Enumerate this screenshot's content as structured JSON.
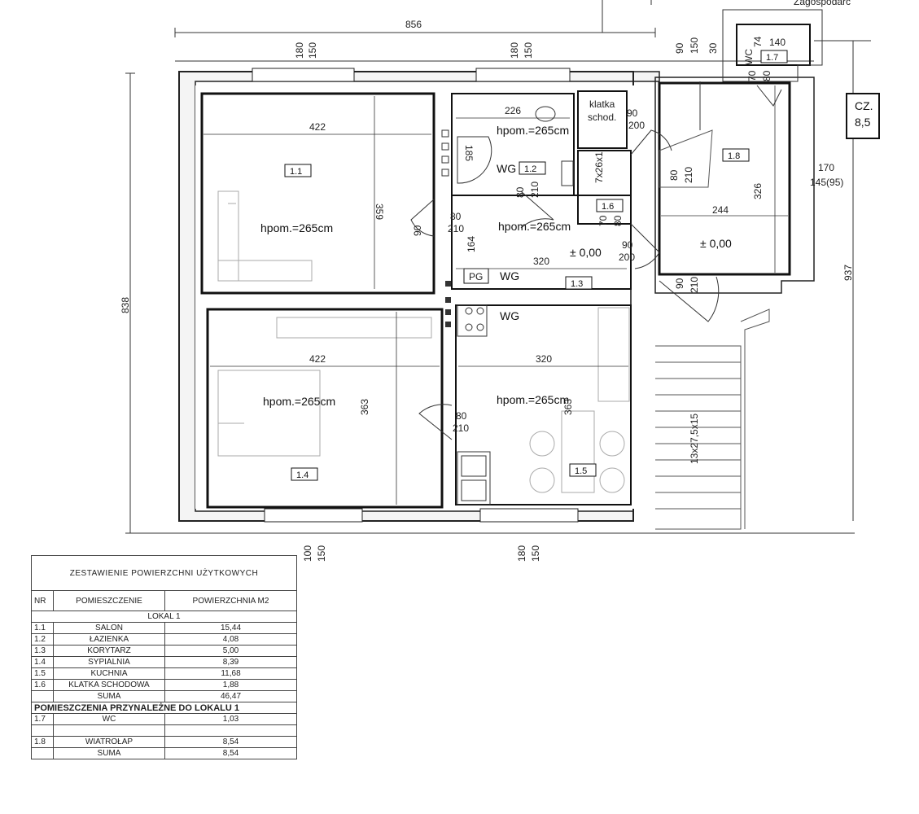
{
  "header_fragment": "Zagospodarc",
  "side_label_1": "CZ.",
  "side_label_2": "8,5",
  "rooms": [
    {
      "id": "1.1",
      "height": "hpom.=265cm"
    },
    {
      "id": "1.2",
      "height": "hpom.=265cm"
    },
    {
      "id": "1.3",
      "height": "hpom.=265cm"
    },
    {
      "id": "1.4",
      "height": "hpom.=265cm"
    },
    {
      "id": "1.5",
      "height": "hpom.=265cm"
    },
    {
      "id": "1.6",
      "label": "klatka schod."
    },
    {
      "id": "1.7",
      "label": "WC"
    },
    {
      "id": "1.8"
    }
  ],
  "labels": {
    "klatka_1": "klatka",
    "klatka_2": "schod.",
    "wc": "WC",
    "wg": "WG",
    "pg": "PG",
    "zero_1": "± 0,00",
    "zero_2": "± 0,00",
    "stairs": "13x27,5x15",
    "stair_small": "7x26x1"
  },
  "dims": {
    "top_total": "856",
    "top_180a": "180",
    "top_150a": "150",
    "top_180b": "180",
    "top_150b": "150",
    "top_90": "90",
    "top_150c": "150",
    "top_30": "30",
    "top_140": "140",
    "top_74": "74",
    "left_838": "838",
    "right_937": "937",
    "r11_w": "422",
    "r11_h": "359",
    "r12_w": "226",
    "r12_185": "185",
    "r12_door_w": "80",
    "r12_door_h": "210",
    "r13_w": "320",
    "r13_164": "164",
    "r13_door_w": "80",
    "r13_door_h": "210",
    "r11_door": "90",
    "r14_w": "422",
    "r14_h": "363",
    "r15_w": "320",
    "r15_h": "363",
    "r15_door_w": "80",
    "r15_door_h": "210",
    "r18_w": "244",
    "r18_h": "326",
    "r18_door_w": "80",
    "r18_door_h": "210",
    "r18_170": "170",
    "r18_145": "145(95)",
    "d1_w": "90",
    "d1_h": "200",
    "d2_w": "90",
    "d2_h": "200",
    "d3_w": "90",
    "d3_h": "210",
    "d16_70": "70",
    "d16_80": "80",
    "d17_70": "70",
    "d17_80": "80",
    "bot_100": "100",
    "bot_150a": "150",
    "bot_180": "180",
    "bot_150b": "150"
  },
  "summary": {
    "title": "ZESTAWIENIE POWIERZCHNI UŻYTKOWYCH",
    "col_nr": "NR",
    "col_room": "POMIESZCZENIE",
    "col_area": "POWIERZCHNIA M2",
    "section": "LOKAL 1",
    "rows": [
      {
        "nr": "1.1",
        "name": "SALON",
        "area": "15,44"
      },
      {
        "nr": "1.2",
        "name": "ŁAZIENKA",
        "area": "4,08"
      },
      {
        "nr": "1.3",
        "name": "KORYTARZ",
        "area": "5,00"
      },
      {
        "nr": "1.4",
        "name": "SYPIALNIA",
        "area": "8,39"
      },
      {
        "nr": "1.5",
        "name": "KUCHNIA",
        "area": "11,68"
      },
      {
        "nr": "1.6",
        "name": "KLATKA SCHODOWA",
        "area": "1,88"
      }
    ],
    "sum1_label": "SUMA",
    "sum1_value": "46,47",
    "section2": "POMIESZCZENIA PRZYNALEŻNE DO LOKALU 1",
    "rows2": [
      {
        "nr": "1.7",
        "name": "WC",
        "area": "1,03"
      },
      {
        "nr": "1.8",
        "name": "WIATROŁAP",
        "area": "8,54"
      }
    ],
    "sum2_label": "SUMA",
    "sum2_value": "8,54"
  }
}
